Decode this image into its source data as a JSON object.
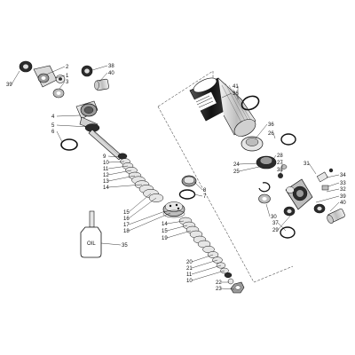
{
  "diagram": {
    "callouts": [
      {
        "text": "39"
      },
      {
        "text": "2"
      },
      {
        "text": "1"
      },
      {
        "text": "3"
      },
      {
        "text": "38"
      },
      {
        "text": "40"
      },
      {
        "text": "4"
      },
      {
        "text": "5"
      },
      {
        "text": "6"
      },
      {
        "text": "9"
      },
      {
        "text": "10"
      },
      {
        "text": "11"
      },
      {
        "text": "12"
      },
      {
        "text": "13"
      },
      {
        "text": "14"
      },
      {
        "text": "8"
      },
      {
        "text": "7"
      },
      {
        "text": "15"
      },
      {
        "text": "16"
      },
      {
        "text": "17"
      },
      {
        "text": "18"
      },
      {
        "text": "14"
      },
      {
        "text": "15"
      },
      {
        "text": "19"
      },
      {
        "text": "20"
      },
      {
        "text": "21"
      },
      {
        "text": "11"
      },
      {
        "text": "10"
      },
      {
        "text": "22"
      },
      {
        "text": "23"
      },
      {
        "text": "35"
      },
      {
        "text": "41"
      },
      {
        "text": "36"
      },
      {
        "text": "36"
      },
      {
        "text": "26"
      },
      {
        "text": "24"
      },
      {
        "text": "25"
      },
      {
        "text": "28"
      },
      {
        "text": "27"
      },
      {
        "text": "38"
      },
      {
        "text": "31"
      },
      {
        "text": "34"
      },
      {
        "text": "33"
      },
      {
        "text": "32"
      },
      {
        "text": "39"
      },
      {
        "text": "40"
      },
      {
        "text": "30"
      },
      {
        "text": "37"
      },
      {
        "text": "29"
      }
    ],
    "bottle_label": "OIL",
    "colors": {
      "ink": "#111111",
      "part_dark": "#2b2b2b",
      "part_mid": "#9a9a9a",
      "part_light": "#e6e6e6"
    }
  }
}
